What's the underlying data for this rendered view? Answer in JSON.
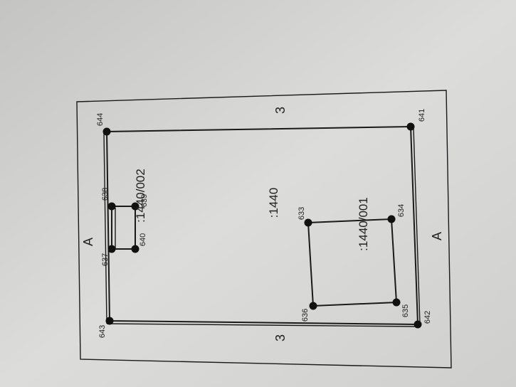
{
  "labels": {
    "road_top": "A",
    "road_bottom": "A",
    "side_left": "3",
    "side_right": "3",
    "parcel_main": ":1440",
    "parcel_sub_001": ":1440/001",
    "parcel_sub_002": ":1440/002"
  },
  "points": {
    "p633": "633",
    "p634": "634",
    "p635": "635",
    "p636": "636",
    "p637": "637",
    "p638": "638",
    "p639": "639",
    "p640": "640",
    "p641": "641",
    "p642": "642",
    "p643": "643",
    "p644": "644"
  },
  "colors": {
    "paper": "#d8d8d6",
    "ink": "#1a1a1a"
  }
}
